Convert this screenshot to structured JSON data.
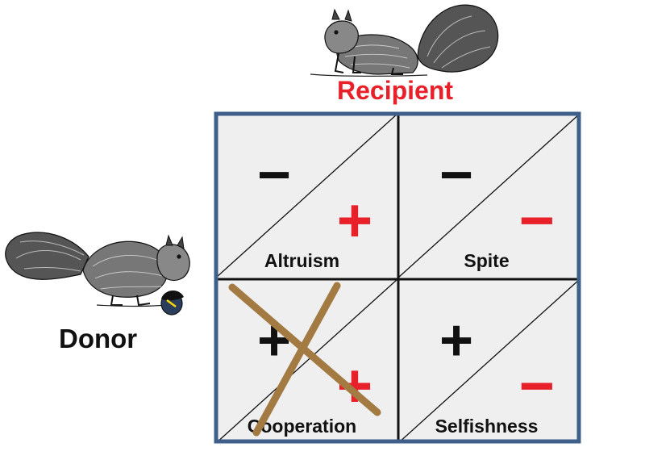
{
  "roles": {
    "recipient": "Recipient",
    "donor": "Donor"
  },
  "matrix": {
    "cells": [
      {
        "name": "Altruism",
        "donor_sign": "−",
        "recipient_sign": "+"
      },
      {
        "name": "Spite",
        "donor_sign": "−",
        "recipient_sign": "−"
      },
      {
        "name": "Cooperation",
        "donor_sign": "+",
        "recipient_sign": "+",
        "crossed_out": true
      },
      {
        "name": "Selfishness",
        "donor_sign": "+",
        "recipient_sign": "−"
      }
    ]
  },
  "icons": {
    "recipient_animal": "squirrel-icon",
    "donor_animal": "squirrel-with-acorn-icon",
    "cross_out": "cross-out-icon"
  },
  "colors": {
    "border": "#3e5f8a",
    "cell_fill": "#efefef",
    "recipient_sign": "#e8202a",
    "donor_sign": "#111111",
    "recipient_label": "#e8202a",
    "cross_out": "#a47a43"
  }
}
